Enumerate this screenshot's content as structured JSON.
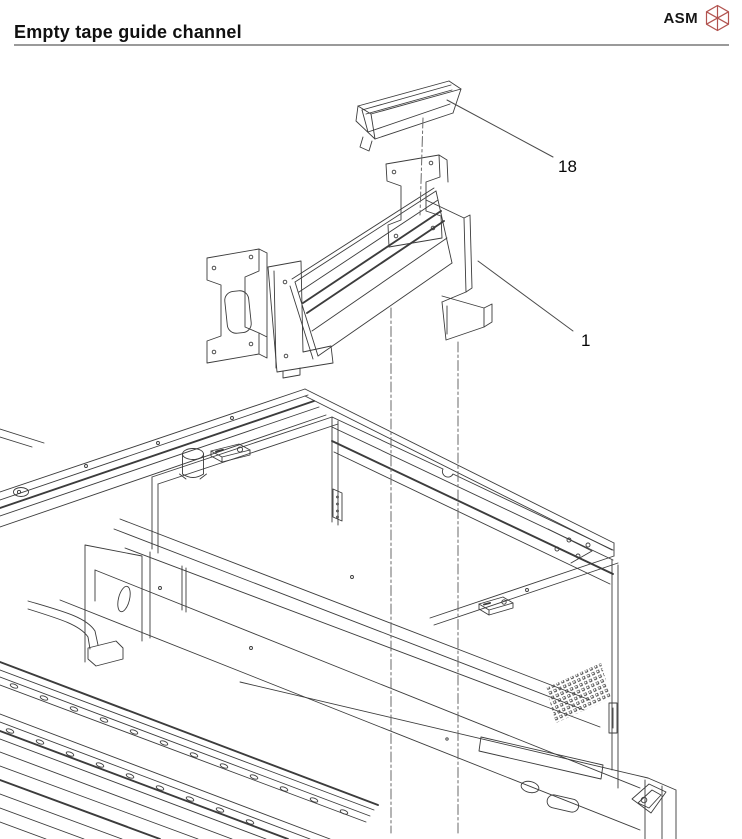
{
  "header": {
    "title": "Empty tape guide channel",
    "logo_text": "ASM",
    "logo_color": "#b2534f",
    "rule_color": "#9a9a9a"
  },
  "diagram": {
    "kind": "isometric-exploded-parts-drawing",
    "background": "#ffffff",
    "line_color": "#3c3c3c",
    "centerline_style": "vertical dash-dot alignment lines",
    "callouts": [
      {
        "label": "18"
      },
      {
        "label": "1"
      }
    ]
  }
}
